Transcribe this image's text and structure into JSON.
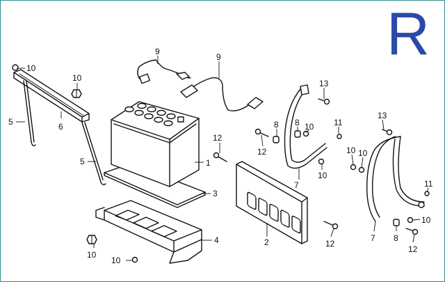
{
  "section_letter": "R",
  "callouts": {
    "c1": "1",
    "c2": "2",
    "c3": "3",
    "c4": "4",
    "c5a": "5",
    "c5b": "5",
    "c6": "6",
    "c7a": "7",
    "c7b": "7",
    "c8a": "8",
    "c8b": "8",
    "c8c": "8",
    "c9a": "9",
    "c9b": "9",
    "c10a": "10",
    "c10b": "10",
    "c10c": "10",
    "c10d": "10",
    "c10e": "10",
    "c10f": "10",
    "c10g": "10",
    "c10h": "10",
    "c10i": "10",
    "c11a": "11",
    "c11b": "11",
    "c12a": "12",
    "c12b": "12",
    "c12c": "12",
    "c12d": "12",
    "c13a": "13",
    "c13b": "13"
  },
  "colors": {
    "line": "#111111",
    "section_letter": "#2a4aa8",
    "frame": "#2f8f8f"
  }
}
